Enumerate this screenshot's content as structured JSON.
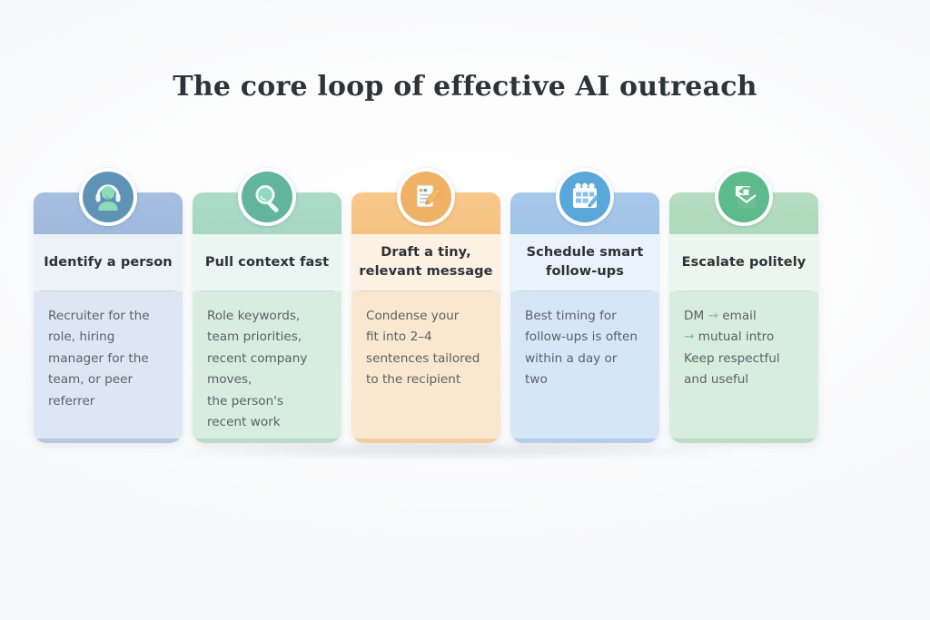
{
  "page": {
    "title": "The core loop of effective AI outreach",
    "background_color": "#fdfdfd"
  },
  "flow": {
    "steps": [
      {
        "index": 1,
        "title": "Identify\na person",
        "body": "Recruiter for the\nrole, hiring\nmanager for the\nteam, or peer\nreferrer",
        "icon": "support-agent-icon",
        "accent_color": "#6fa8d6",
        "cap_color": "#a7bfe0",
        "body_color": "#dde6f2"
      },
      {
        "index": 2,
        "title": "Pull context\nfast",
        "body": "Role keywords,\nteam priorities,\nrecent company\nmoves,\nthe person's\nrecent work",
        "icon": "magnifier-icon",
        "accent_color": "#5fb9a0",
        "cap_color": "#addbc9",
        "body_color": "#d8ecdf"
      },
      {
        "index": 3,
        "title": "Draft a tiny,\nrelevant message",
        "body": "Condense your\nfit into 2–4\nsentences tailored\nto the recipient",
        "icon": "document-pencil-icon",
        "accent_color": "#efb051",
        "cap_color": "#f8c88a",
        "body_color": "#fae7cf"
      },
      {
        "index": 4,
        "title": "Schedule\nsmart follow-ups",
        "body": " Best timing for\nfollow-ups is often\nwithin a day or\ntwo",
        "icon": "calendar-edit-icon",
        "accent_color": "#54a2d8",
        "cap_color": "#a7c9ea",
        "body_color": "#d7e6f6"
      },
      {
        "index": 5,
        "title": "Escalate\npolitely",
        "body": "DM → email\n→ mutual intro\nKeep respectful\nand useful",
        "icon": "reply-envelope-icon",
        "accent_color": "#86c58f",
        "cap_color": "#b6ddc1",
        "body_color": "#d9edde"
      }
    ]
  }
}
